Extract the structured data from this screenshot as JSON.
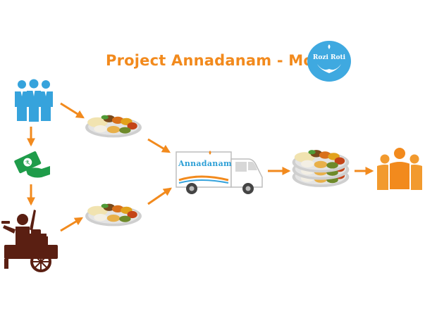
{
  "diagram": {
    "title": "Project Annadanam - Model",
    "logo_text": "Rozi Roti",
    "van_label": "Annadanam",
    "colors": {
      "title": "#f28a1d",
      "donors": "#36a3dc",
      "beneficiaries": "#f29a2e",
      "arrows": "#f28a1d",
      "money": "#1f9c4a",
      "cook": "#5a1f12",
      "logo": "#3fa9e0"
    },
    "icons": [
      "people-group-icon",
      "money-hand-icon",
      "street-cook-icon",
      "food-thali-icon",
      "food-van-icon",
      "people-group-icon"
    ]
  }
}
